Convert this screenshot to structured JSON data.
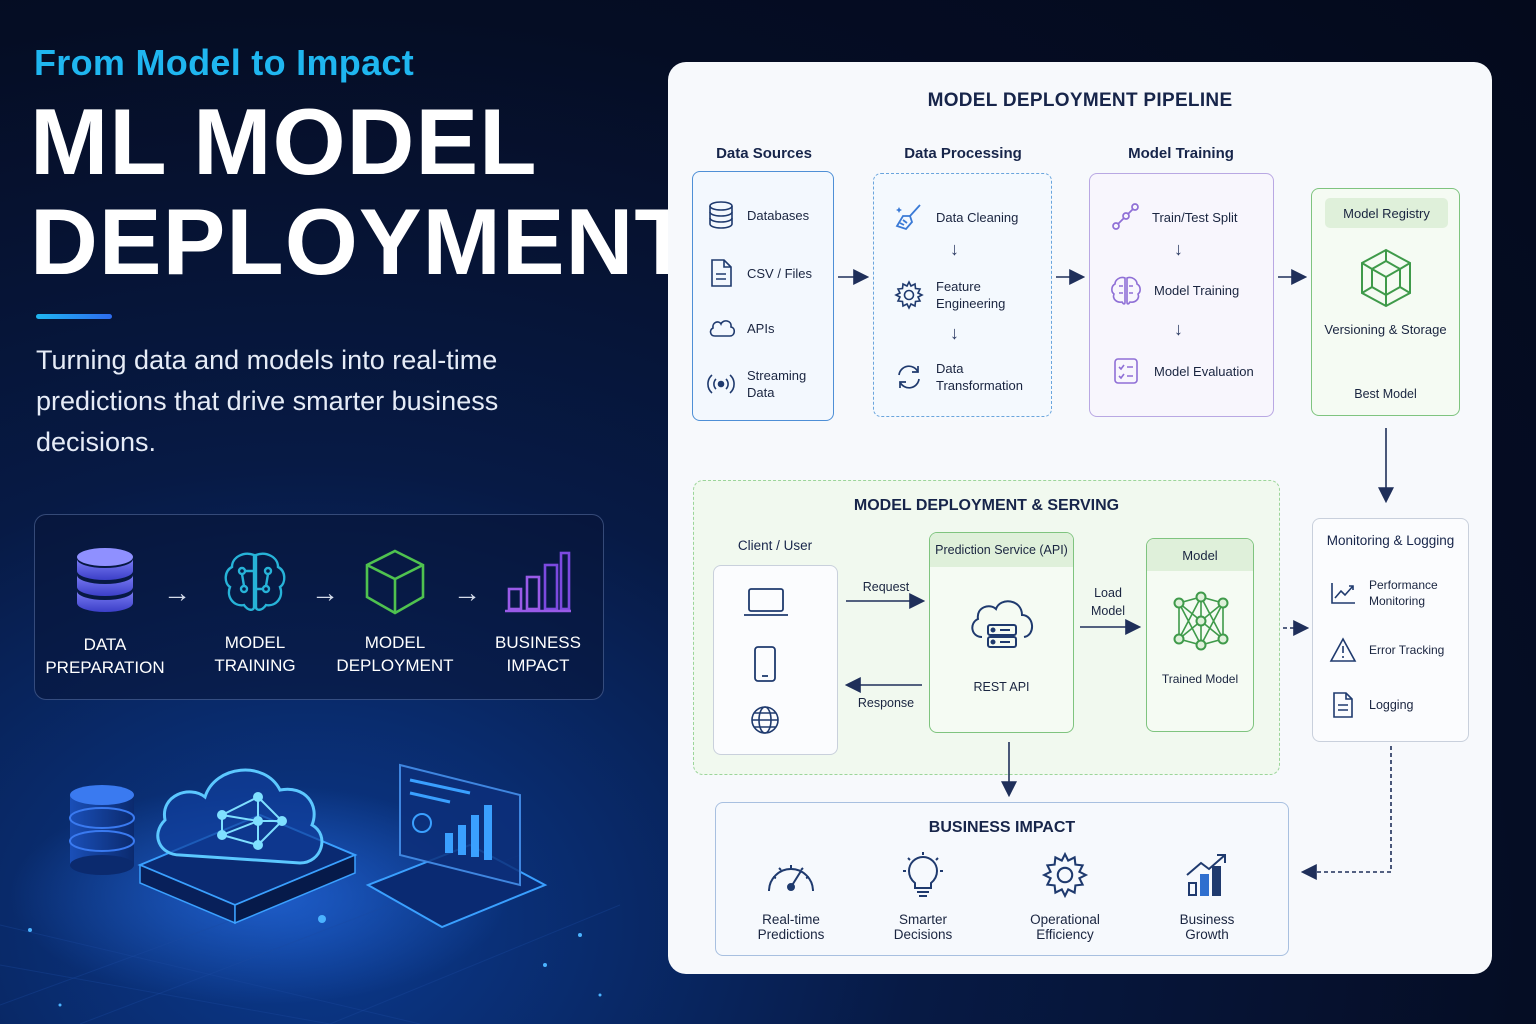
{
  "hero": {
    "eyebrow": "From Model to Impact",
    "title_line1": "ML MODEL",
    "title_line2": "DEPLOYMENT",
    "subtitle": "Turning data and models into real-time predictions that drive smarter business decisions."
  },
  "flow": [
    {
      "line1": "DATA",
      "line2": "PREPARATION",
      "icon": "database-icon"
    },
    {
      "line1": "MODEL",
      "line2": "TRAINING",
      "icon": "brain-icon"
    },
    {
      "line1": "MODEL",
      "line2": "DEPLOYMENT",
      "icon": "cube-icon"
    },
    {
      "line1": "BUSINESS",
      "line2": "IMPACT",
      "icon": "bar-chart-icon"
    }
  ],
  "diagram": {
    "title": "MODEL DEPLOYMENT PIPELINE",
    "data_sources": {
      "title": "Data Sources",
      "items": [
        "Databases",
        "CSV / Files",
        "APIs",
        "Streaming Data"
      ]
    },
    "data_processing": {
      "title": "Data Processing",
      "items": [
        "Data Cleaning",
        "Feature Engineering",
        "Data Transformation"
      ]
    },
    "model_training": {
      "title": "Model Training",
      "items": [
        "Train/Test Split",
        "Model Training",
        "Model Evaluation"
      ]
    },
    "model_registry": {
      "header": "Model Registry",
      "caption": "Versioning & Storage",
      "footer": "Best Model"
    },
    "serving": {
      "title": "MODEL DEPLOYMENT & SERVING",
      "client_title": "Client / User",
      "request": "Request",
      "response": "Response",
      "service_header": "Prediction Service (API)",
      "service_caption": "REST API",
      "load_model": "Load Model",
      "model_header": "Model",
      "model_caption": "Trained Model"
    },
    "monitoring": {
      "title": "Monitoring & Logging",
      "items": [
        "Performance Monitoring",
        "Error Tracking",
        "Logging"
      ]
    },
    "impact": {
      "title": "BUSINESS IMPACT",
      "items": [
        "Real-time Predictions",
        "Smarter Decisions",
        "Operational Efficiency",
        "Business Growth"
      ]
    }
  },
  "colors": {
    "accent_cyan": "#1fb6f0",
    "panel_bg": "#f7f9fc",
    "navy_text": "#17254a",
    "processing_blue": "#4e8fd6",
    "training_purple": "#8f6fd6",
    "registry_green": "#3f9a4a"
  }
}
